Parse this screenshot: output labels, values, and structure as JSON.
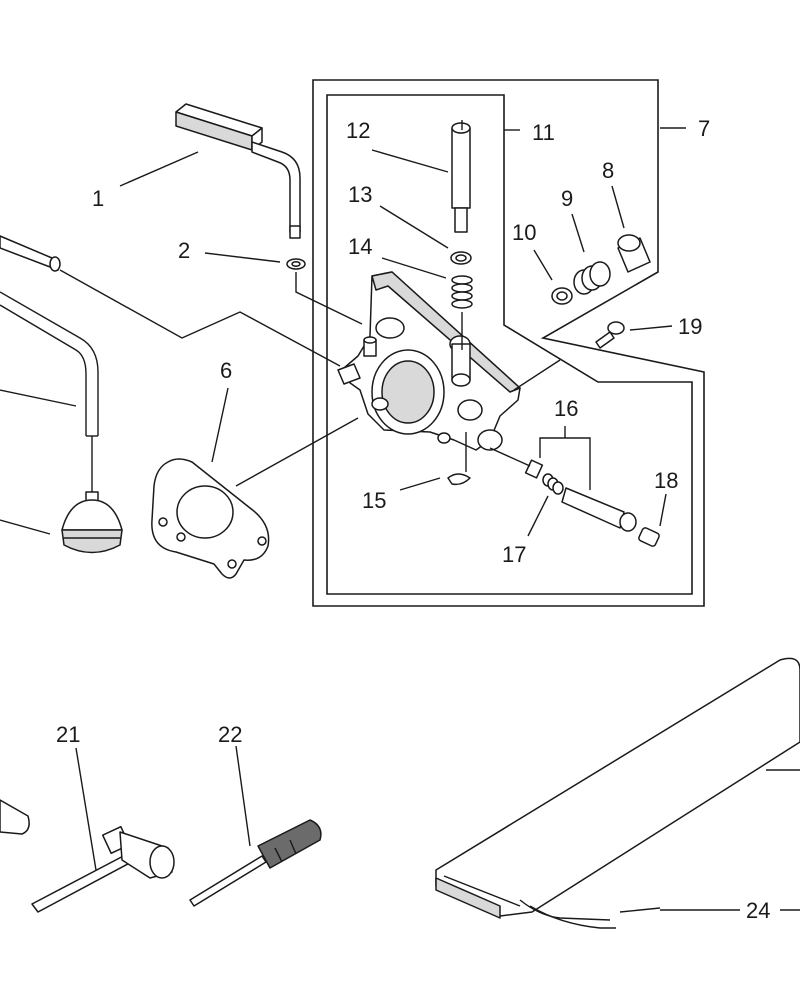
{
  "diagram": {
    "callouts": [
      {
        "id": "1",
        "text": "1"
      },
      {
        "id": "2",
        "text": "2"
      },
      {
        "id": "6",
        "text": "6"
      },
      {
        "id": "7",
        "text": "7"
      },
      {
        "id": "8",
        "text": "8"
      },
      {
        "id": "9",
        "text": "9"
      },
      {
        "id": "10",
        "text": "10"
      },
      {
        "id": "11",
        "text": "11"
      },
      {
        "id": "12",
        "text": "12"
      },
      {
        "id": "13",
        "text": "13"
      },
      {
        "id": "14",
        "text": "14"
      },
      {
        "id": "15",
        "text": "15"
      },
      {
        "id": "16",
        "text": "16"
      },
      {
        "id": "17",
        "text": "17"
      },
      {
        "id": "18",
        "text": "18"
      },
      {
        "id": "19",
        "text": "19"
      },
      {
        "id": "21",
        "text": "21"
      },
      {
        "id": "22",
        "text": "22"
      },
      {
        "id": "24",
        "text": "24"
      }
    ]
  }
}
